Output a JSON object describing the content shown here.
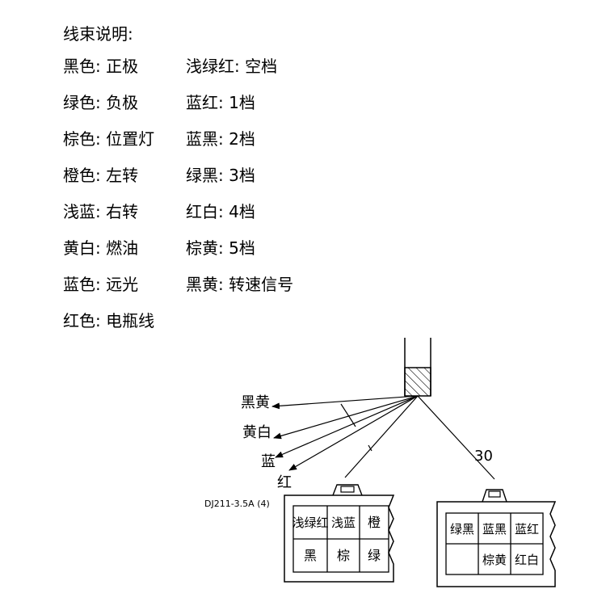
{
  "legend": {
    "title": "线束说明:",
    "left": [
      "黑色: 正极",
      "绿色: 负极",
      "棕色: 位置灯",
      "橙色: 左转",
      "浅蓝: 右转",
      "黄白: 燃油",
      "蓝色: 远光",
      "红色: 电瓶线"
    ],
    "right": [
      "浅绿红: 空档",
      "蓝红: 1档",
      "蓝黑: 2档",
      "绿黑: 3档",
      "红白: 4档",
      "棕黄: 5档",
      "黑黄: 转速信号"
    ]
  },
  "diagram": {
    "arrow_labels": [
      "黑黄",
      "黄白",
      "蓝",
      "红"
    ],
    "length_label": "30",
    "connector_left": {
      "part_number": "DJ211-3.5A (4)",
      "cells": [
        [
          "浅绿红",
          "浅蓝",
          "橙"
        ],
        [
          "黑",
          "棕",
          "绿"
        ]
      ]
    },
    "connector_right": {
      "cells": [
        [
          "绿黑",
          "蓝黑",
          "蓝红"
        ],
        [
          "",
          "棕黄",
          "红白"
        ]
      ]
    }
  }
}
